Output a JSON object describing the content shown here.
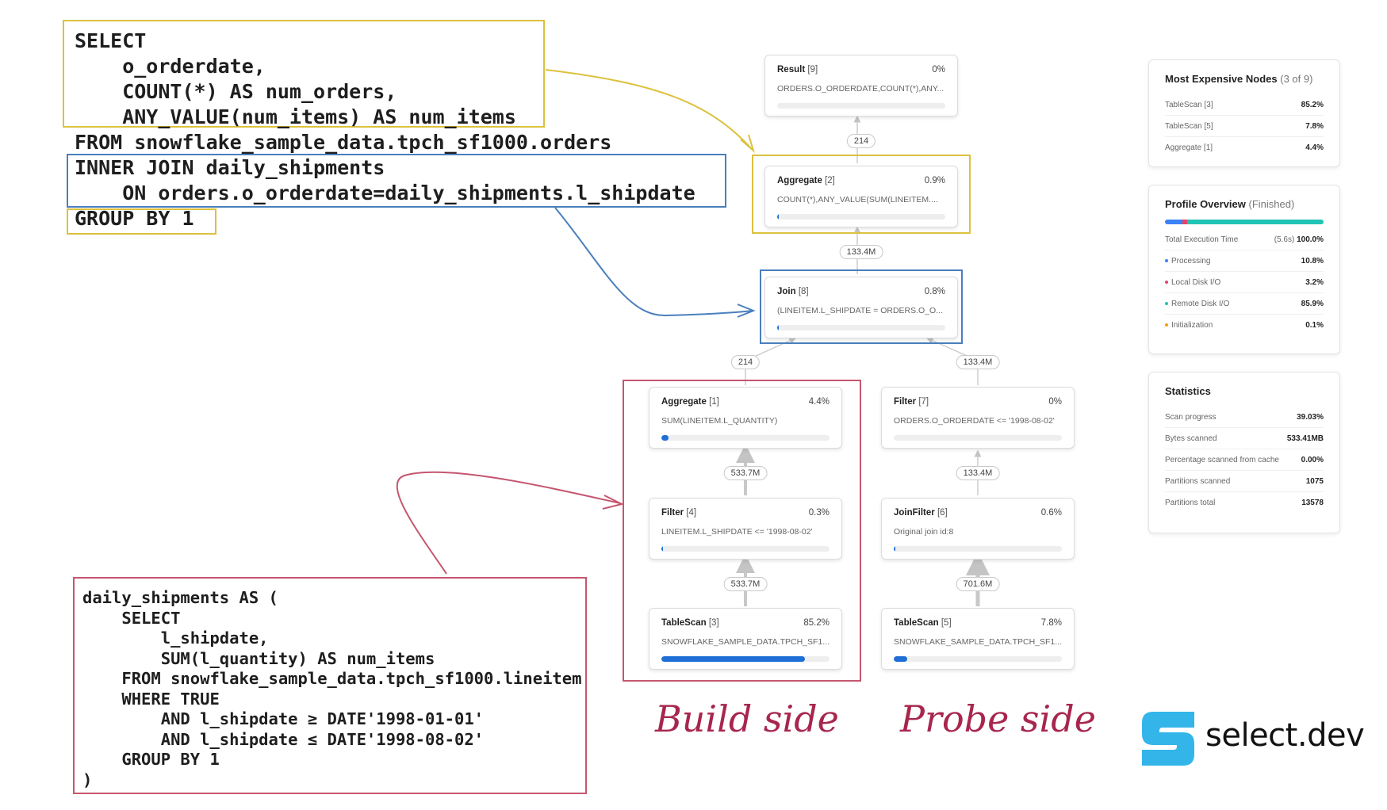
{
  "sql": {
    "main_lines": [
      "SELECT",
      "    o_orderdate,",
      "    COUNT(*) AS num_orders,",
      "    ANY_VALUE(num_items) AS num_items",
      "FROM snowflake_sample_data.tpch_sf1000.orders",
      "INNER JOIN daily_shipments",
      "    ON orders.o_orderdate=daily_shipments.l_shipdate",
      "GROUP BY 1"
    ],
    "cte_lines": [
      "daily_shipments AS (",
      "    SELECT",
      "        l_shipdate,",
      "        SUM(l_quantity) AS num_items",
      "    FROM snowflake_sample_data.tpch_sf1000.lineitem",
      "    WHERE TRUE",
      "        AND l_shipdate ≥ DATE'1998-01-01'",
      "        AND l_shipdate ≤ DATE'1998-08-02'",
      "    GROUP BY 1",
      ")"
    ]
  },
  "colors": {
    "yellow": "#dcc13e",
    "blue": "#4a7fbd",
    "pink": "#c5566f",
    "bar": "#1f6fd6",
    "processing": "#3b82f6",
    "local_disk": "#e2456b",
    "remote_disk": "#20c4b4",
    "initialization": "#f59e0b",
    "logo": "#33b5ea"
  },
  "nodes": {
    "result9": {
      "name": "Result",
      "id": "[9]",
      "pct": "0%",
      "detail": "ORDERS.O_ORDERDATE,COUNT(*),ANY...",
      "fill": 0
    },
    "agg2": {
      "name": "Aggregate",
      "id": "[2]",
      "pct": "0.9%",
      "detail": "COUNT(*),ANY_VALUE(SUM(LINEITEM....",
      "fill": 0.9
    },
    "join8": {
      "name": "Join",
      "id": "[8]",
      "pct": "0.8%",
      "detail": "(LINEITEM.L_SHIPDATE = ORDERS.O_O...",
      "fill": 0.8
    },
    "agg1": {
      "name": "Aggregate",
      "id": "[1]",
      "pct": "4.4%",
      "detail": "SUM(LINEITEM.L_QUANTITY)",
      "fill": 4.4
    },
    "filter4": {
      "name": "Filter",
      "id": "[4]",
      "pct": "0.3%",
      "detail": "LINEITEM.L_SHIPDATE <= '1998-08-02'",
      "fill": 0.3
    },
    "scan3": {
      "name": "TableScan",
      "id": "[3]",
      "pct": "85.2%",
      "detail": "SNOWFLAKE_SAMPLE_DATA.TPCH_SF1...",
      "fill": 85.2
    },
    "filter7": {
      "name": "Filter",
      "id": "[7]",
      "pct": "0%",
      "detail": "ORDERS.O_ORDERDATE <= '1998-08-02'",
      "fill": 0
    },
    "joinfilter6": {
      "name": "JoinFilter",
      "id": "[6]",
      "pct": "0.6%",
      "detail": "Original join id:8",
      "fill": 0.6
    },
    "scan5": {
      "name": "TableScan",
      "id": "[5]",
      "pct": "7.8%",
      "detail": "SNOWFLAKE_SAMPLE_DATA.TPCH_SF1...",
      "fill": 7.8
    }
  },
  "edges": {
    "agg2_result9": "214",
    "join8_agg2": "133.4M",
    "agg1_join8": "214",
    "filter7_join8": "133.4M",
    "filter4_agg1": "533.7M",
    "scan3_filter4": "533.7M",
    "joinfilter6_filter7": "133.4M",
    "scan5_joinfilter6": "701.6M"
  },
  "labels": {
    "build": "Build side",
    "probe": "Probe side"
  },
  "expensive": {
    "title": "Most Expensive Nodes",
    "sub": "(3 of 9)",
    "rows": [
      {
        "label": "TableScan [3]",
        "value": "85.2%"
      },
      {
        "label": "TableScan [5]",
        "value": "7.8%"
      },
      {
        "label": "Aggregate [1]",
        "value": "4.4%"
      }
    ]
  },
  "overview": {
    "title": "Profile Overview",
    "sub": "(Finished)",
    "total_label": "Total Execution Time",
    "total_time": "(5.6s)",
    "total_value": "100.0%",
    "segments": [
      {
        "label": "Processing",
        "value": "10.8%",
        "pct": 10.8,
        "color": "#3b82f6"
      },
      {
        "label": "Local Disk I/O",
        "value": "3.2%",
        "pct": 3.2,
        "color": "#e2456b"
      },
      {
        "label": "Remote Disk I/O",
        "value": "85.9%",
        "pct": 85.9,
        "color": "#20c4b4"
      },
      {
        "label": "Initialization",
        "value": "0.1%",
        "pct": 0.1,
        "color": "#f59e0b"
      }
    ]
  },
  "statistics": {
    "title": "Statistics",
    "rows": [
      {
        "label": "Scan progress",
        "value": "39.03%"
      },
      {
        "label": "Bytes scanned",
        "value": "533.41MB"
      },
      {
        "label": "Percentage scanned from cache",
        "value": "0.00%"
      },
      {
        "label": "Partitions scanned",
        "value": "1075"
      },
      {
        "label": "Partitions total",
        "value": "13578"
      }
    ]
  },
  "brand": {
    "name": "select.dev"
  }
}
